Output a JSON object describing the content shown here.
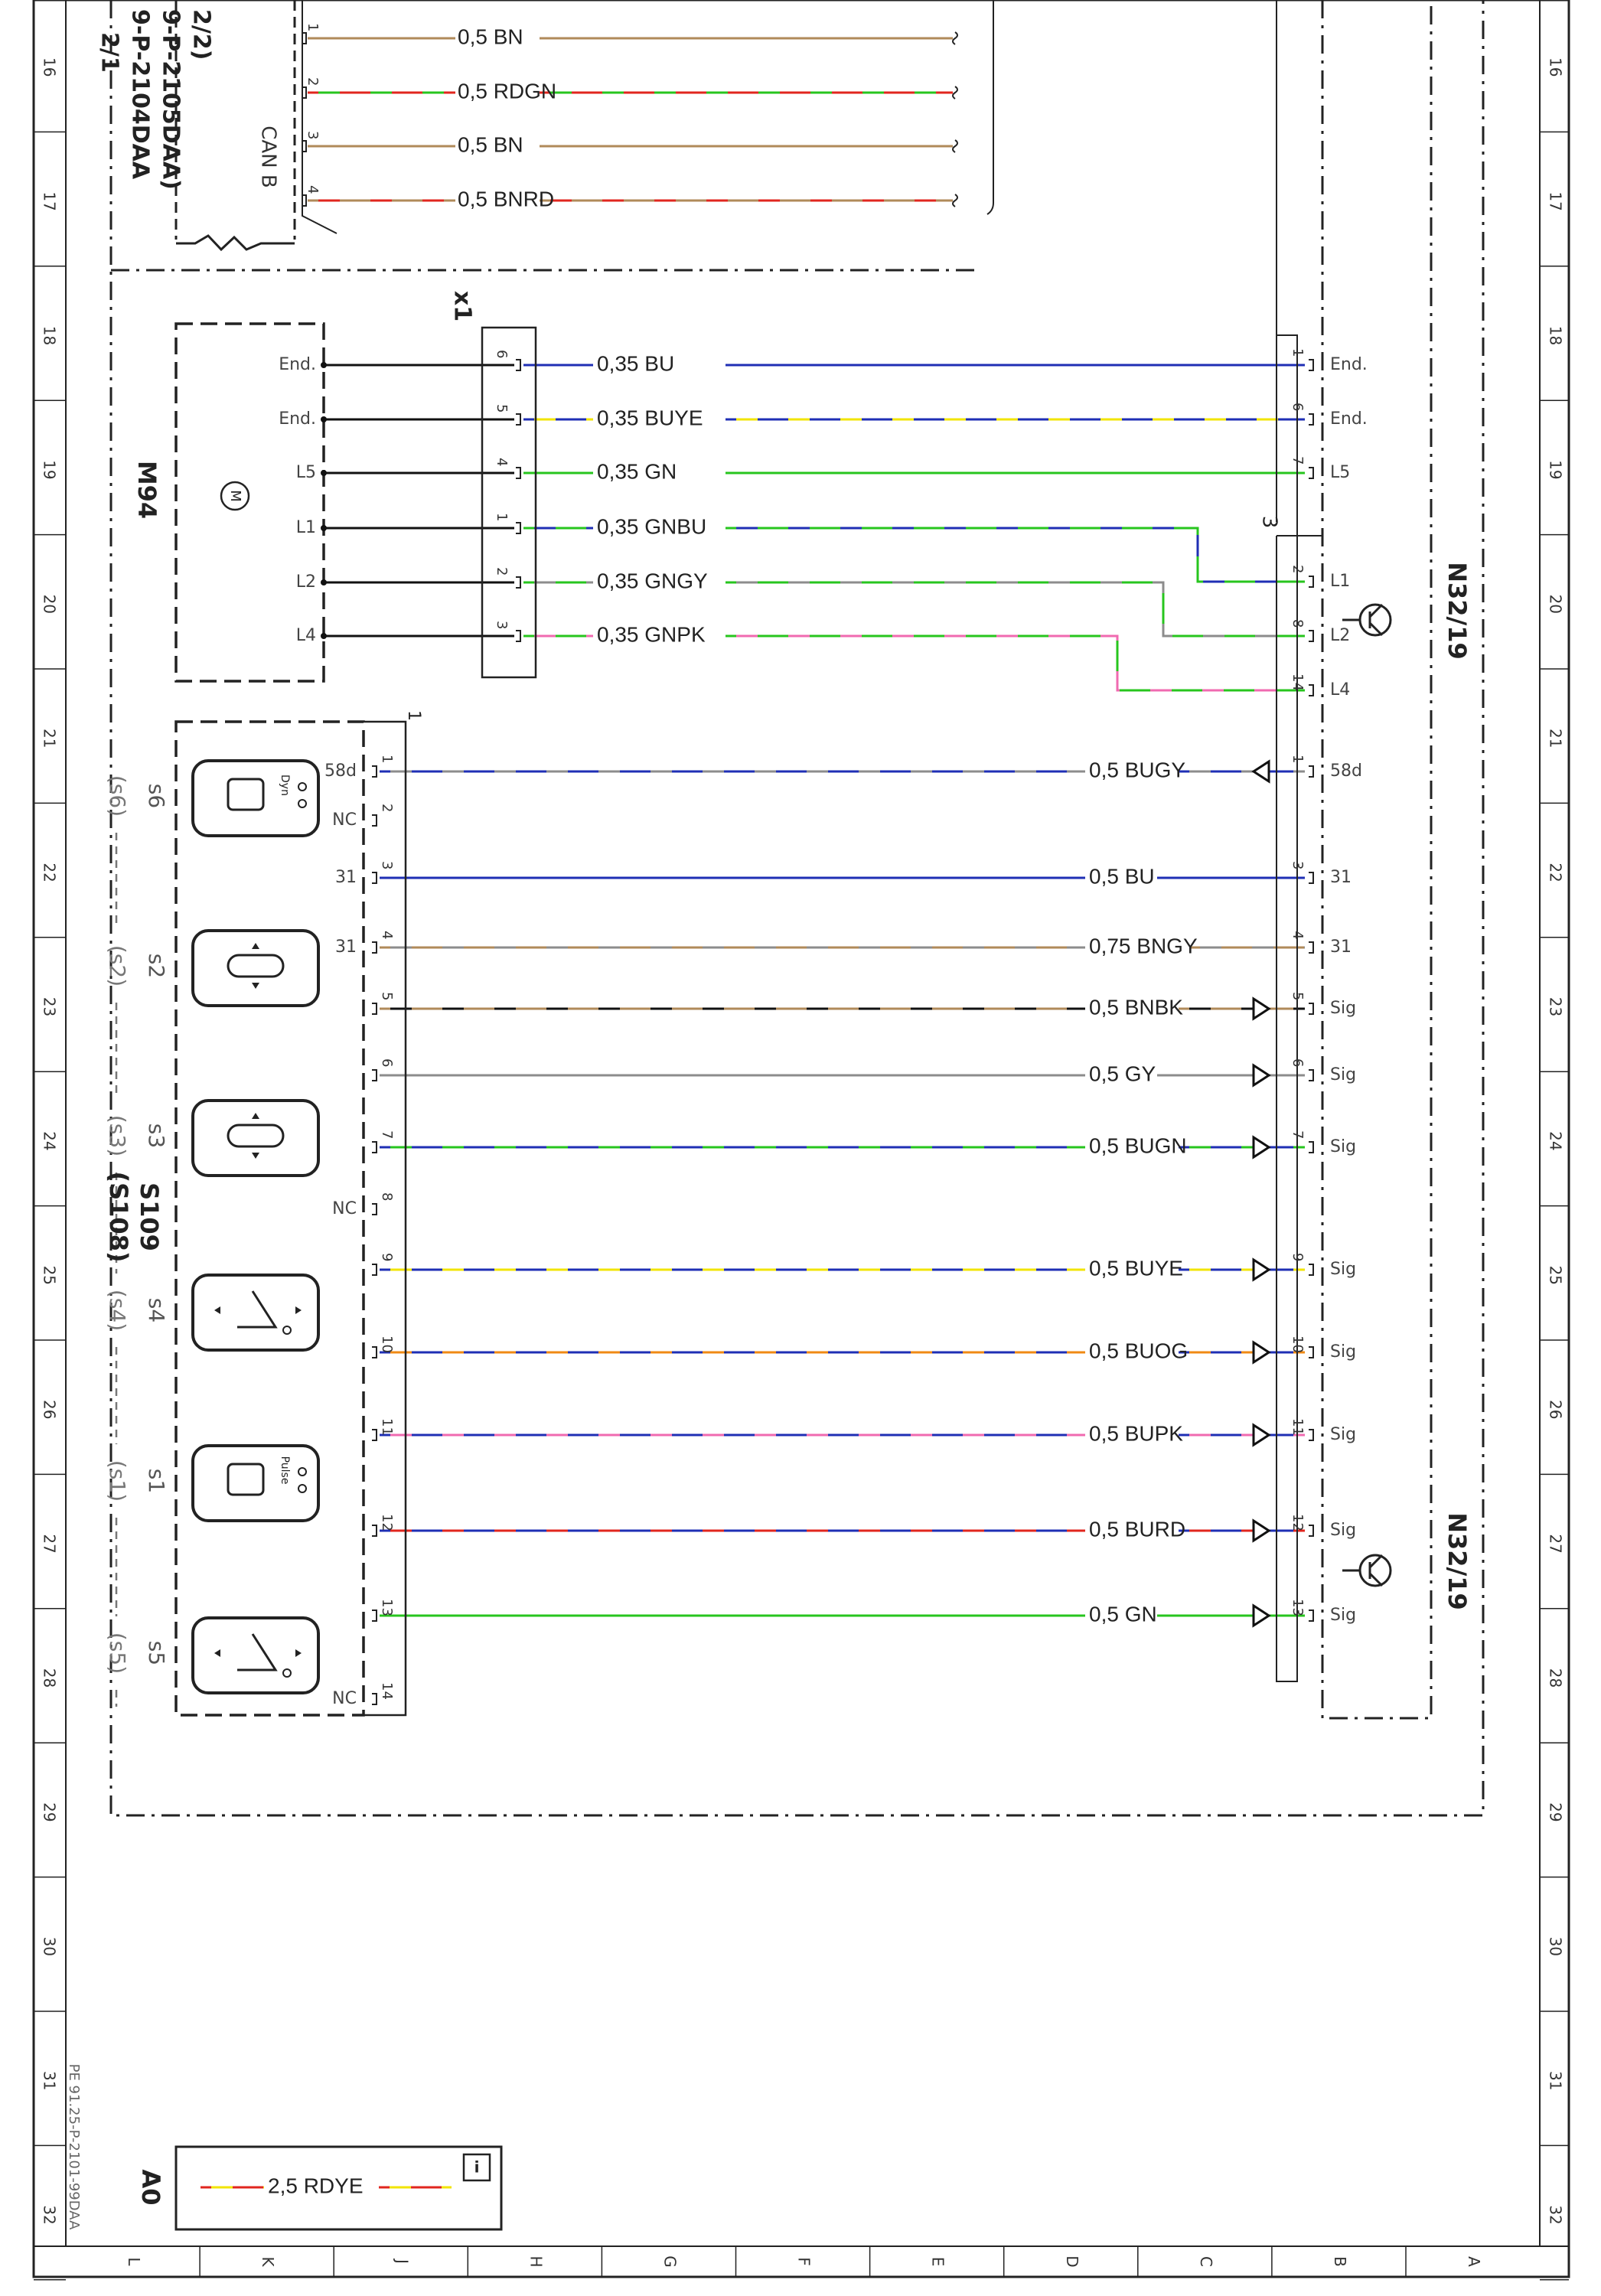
{
  "colors": {
    "BN": "#b08a5a",
    "RD": "#e0261e",
    "GN": "#27c51e",
    "BU": "#1f2fb4",
    "YE": "#f2e400",
    "GY": "#8c8c8c",
    "PK": "#f06ab0",
    "OG": "#f08a14",
    "BK": "#111111"
  },
  "row_numbers": [
    "16",
    "17",
    "18",
    "19",
    "20",
    "21",
    "22",
    "23",
    "24",
    "25",
    "26",
    "27",
    "28",
    "29",
    "30",
    "31",
    "32"
  ],
  "col_letters": [
    "L",
    "K",
    "J",
    "H",
    "G",
    "F",
    "E",
    "D",
    "C",
    "B",
    "A"
  ],
  "document_id": "PE 91.25-P-2101-99DAA",
  "top": {
    "ref_lines": [
      "2/1",
      "9-P-2104DAA",
      "9-P-2105DAA)",
      "2/2)"
    ],
    "bus_label": "CAN B",
    "wires": [
      {
        "pin": "1",
        "label": "0,5 BN",
        "c1": "BN",
        "c2": null
      },
      {
        "pin": "2",
        "label": "0,5 RDGN",
        "c1": "RD",
        "c2": "GN"
      },
      {
        "pin": "3",
        "label": "0,5 BN",
        "c1": "BN",
        "c2": null
      },
      {
        "pin": "4",
        "label": "0,5 BNRD",
        "c1": "BN",
        "c2": "RD"
      }
    ]
  },
  "motor": {
    "id": "M94",
    "connector_id": "x1",
    "module_pin_group": "3",
    "wires": [
      {
        "term": "End.",
        "xpin": "6",
        "label": "0,35 BU",
        "c1": "BU",
        "c2": null,
        "npin": "1",
        "nterm": "End."
      },
      {
        "term": "End.",
        "xpin": "5",
        "label": "0,35 BUYE",
        "c1": "BU",
        "c2": "YE",
        "npin": "6",
        "nterm": "End."
      },
      {
        "term": "L5",
        "xpin": "4",
        "label": "0,35 GN",
        "c1": "GN",
        "c2": null,
        "npin": "7",
        "nterm": "L5"
      },
      {
        "term": "L1",
        "xpin": "1",
        "label": "0,35 GNBU",
        "c1": "GN",
        "c2": "BU",
        "npin": "2",
        "nterm": "L1"
      },
      {
        "term": "L2",
        "xpin": "2",
        "label": "0,35 GNGY",
        "c1": "GN",
        "c2": "GY",
        "npin": "8",
        "nterm": "L2"
      },
      {
        "term": "L4",
        "xpin": "3",
        "label": "0,35 GNPK",
        "c1": "GN",
        "c2": "PK",
        "npin": "14",
        "nterm": "L4"
      }
    ]
  },
  "switch": {
    "id": "S109",
    "alt_id": "(S108)",
    "connector_id": "1",
    "buttons": [
      {
        "tag": "s6",
        "alt": "(s6)",
        "text": "Dyn"
      },
      {
        "tag": "s2",
        "alt": "(s2)",
        "text": ""
      },
      {
        "tag": "s3",
        "alt": "(s3)",
        "text": ""
      },
      {
        "tag": "s4",
        "alt": "(s4)",
        "text": ""
      },
      {
        "tag": "s1",
        "alt": "(s1)",
        "text": "Pulse"
      },
      {
        "tag": "s5",
        "alt": "(s5)",
        "text": ""
      }
    ],
    "wires": [
      {
        "pin": "1",
        "term": "58d",
        "label": "0,5 BUGY",
        "c1": "BU",
        "c2": "GY",
        "arrow": "left",
        "npin": "1",
        "nterm": "58d"
      },
      {
        "pin": "2",
        "term": "NC",
        "label": "",
        "c1": null,
        "c2": null,
        "arrow": "none",
        "npin": "",
        "nterm": ""
      },
      {
        "pin": "3",
        "term": "31",
        "label": "0,5 BU",
        "c1": "BU",
        "c2": null,
        "arrow": "none",
        "npin": "3",
        "nterm": "31"
      },
      {
        "pin": "4",
        "term": "31",
        "label": "0,75 BNGY",
        "c1": "BN",
        "c2": "GY",
        "arrow": "none",
        "npin": "4",
        "nterm": "31"
      },
      {
        "pin": "5",
        "term": "",
        "label": "0,5 BNBK",
        "c1": "BN",
        "c2": "BK",
        "arrow": "right",
        "npin": "5",
        "nterm": "Sig"
      },
      {
        "pin": "6",
        "term": "",
        "label": "0,5 GY",
        "c1": "GY",
        "c2": null,
        "arrow": "right",
        "npin": "6",
        "nterm": "Sig"
      },
      {
        "pin": "7",
        "term": "",
        "label": "0,5 BUGN",
        "c1": "BU",
        "c2": "GN",
        "arrow": "right",
        "npin": "7",
        "nterm": "Sig"
      },
      {
        "pin": "8",
        "term": "NC",
        "label": "",
        "c1": null,
        "c2": null,
        "arrow": "none",
        "npin": "",
        "nterm": ""
      },
      {
        "pin": "9",
        "term": "",
        "label": "0,5 BUYE",
        "c1": "BU",
        "c2": "YE",
        "arrow": "right",
        "npin": "9",
        "nterm": "Sig"
      },
      {
        "pin": "10",
        "term": "",
        "label": "0,5 BUOG",
        "c1": "BU",
        "c2": "OG",
        "arrow": "right",
        "npin": "10",
        "nterm": "Sig"
      },
      {
        "pin": "11",
        "term": "",
        "label": "0,5 BUPK",
        "c1": "BU",
        "c2": "PK",
        "arrow": "right",
        "npin": "11",
        "nterm": "Sig"
      },
      {
        "pin": "12",
        "term": "",
        "label": "0,5 BURD",
        "c1": "BU",
        "c2": "RD",
        "arrow": "right",
        "npin": "12",
        "nterm": "Sig"
      },
      {
        "pin": "13",
        "term": "",
        "label": "0,5 GN",
        "c1": "GN",
        "c2": null,
        "arrow": "right",
        "npin": "13",
        "nterm": "Sig"
      },
      {
        "pin": "14",
        "term": "NC",
        "label": "",
        "c1": null,
        "c2": null,
        "arrow": "none",
        "npin": "",
        "nterm": ""
      }
    ]
  },
  "module": {
    "id_upper": "N32/19",
    "id_lower": "N32/19"
  },
  "legend": {
    "id": "A0",
    "label": "2,5 RDYE",
    "c1": "RD",
    "c2": "YE",
    "icon": "i"
  }
}
